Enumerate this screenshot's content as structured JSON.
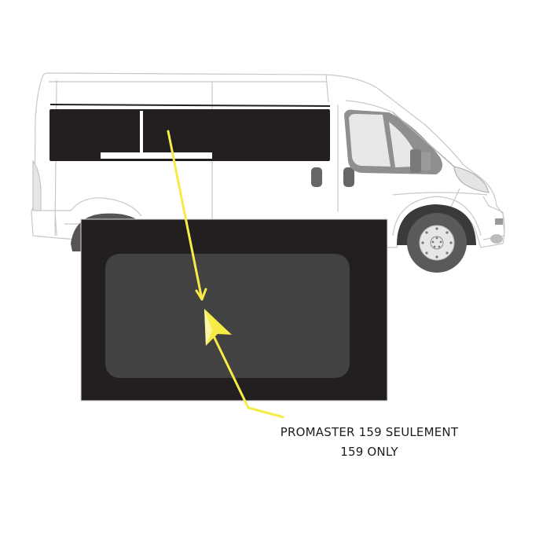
{
  "caption": {
    "line1": "PROMASTER 159 SEULEMENT",
    "line2": "159 ONLY"
  },
  "colors": {
    "window_dark": "#231f20",
    "window_inner": "#424242",
    "arrow_yellow": "#f7ec45",
    "van_outline": "#c8c8c8",
    "tire": "#555555"
  },
  "illustration": {
    "subject": "van-side-view",
    "highlighted_part": "side-window",
    "inset": "window-detail"
  }
}
